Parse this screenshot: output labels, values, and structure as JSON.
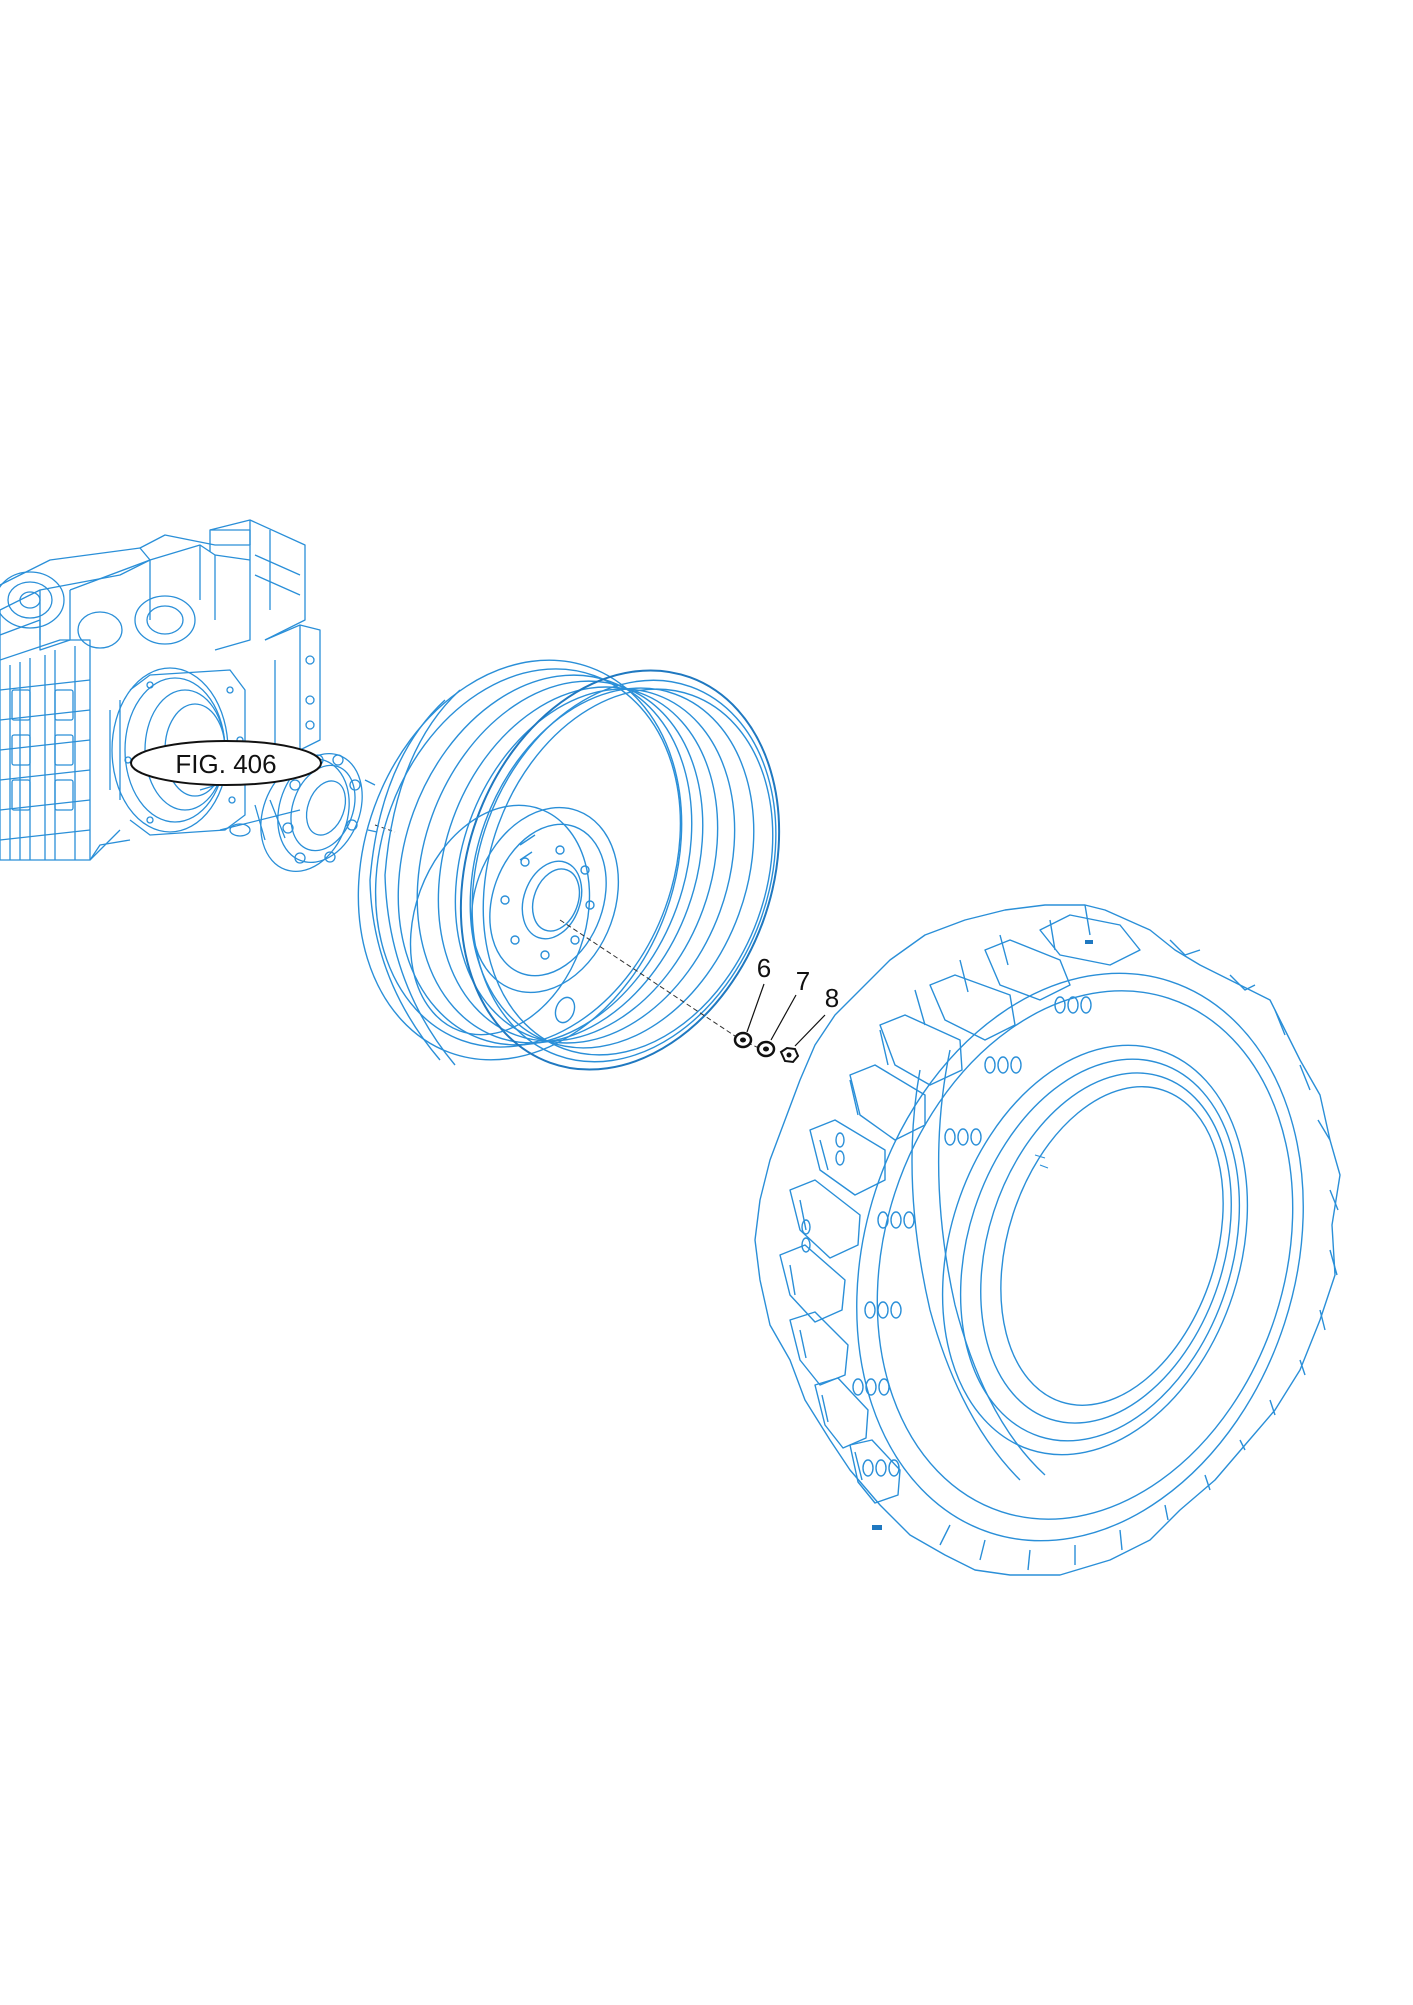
{
  "figure_ref": "FIG. 406",
  "callouts": {
    "c6": "6",
    "c7": "7",
    "c8": "8"
  },
  "colors": {
    "line": "#2a8fd8",
    "line_dark": "#1f78c0",
    "ink": "#111111"
  }
}
